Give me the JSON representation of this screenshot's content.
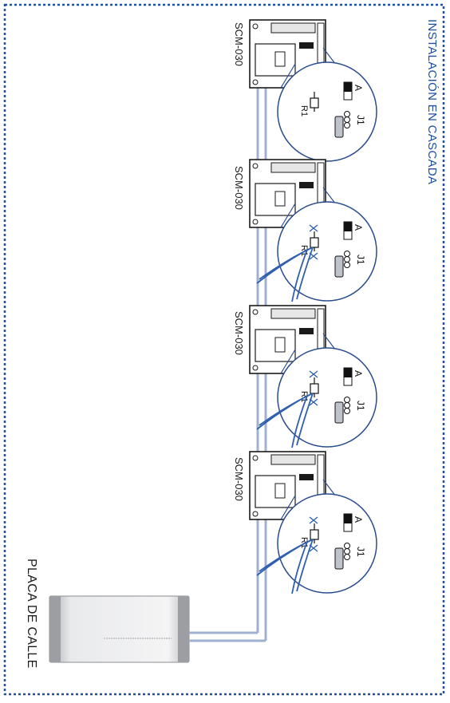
{
  "title": "INSTALACIÓN EN CASCADA",
  "street_panel_label": "PLACA DE CALLE",
  "monitors": [
    {
      "model": "SCM-030",
      "resistor": "R1",
      "resistor_state": "kept",
      "switch_label": "A",
      "jumper_label": "J1"
    },
    {
      "model": "SCM-030",
      "resistor": "R1",
      "resistor_state": "cut",
      "switch_label": "A",
      "jumper_label": "J1"
    },
    {
      "model": "SCM-030",
      "resistor": "R1",
      "resistor_state": "cut",
      "switch_label": "A",
      "jumper_label": "J1"
    },
    {
      "model": "SCM-030",
      "resistor": "R1",
      "resistor_state": "cut",
      "switch_label": "A",
      "jumper_label": "J1"
    }
  ],
  "colors": {
    "border": "#1f4fa3",
    "title": "#1f4fa3",
    "cable": "#9fb0d0",
    "callout_stroke": "#2a4d8f",
    "cutter": "#2f5faf"
  }
}
